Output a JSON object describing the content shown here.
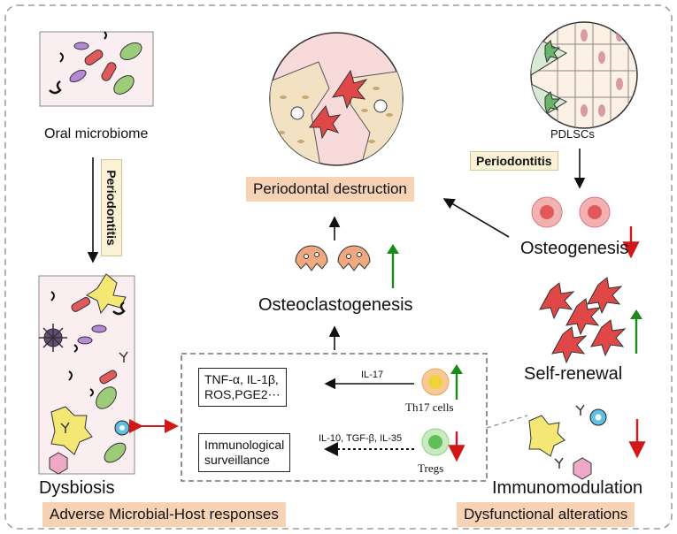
{
  "labels": {
    "oral_microbiome": "Oral microbiome",
    "periodontitis_left": "Periodontitis",
    "periodontitis_right": "Periodontitis",
    "pdlscs": "PDLSCs",
    "periodontal_destruction": "Periodontal destruction",
    "osteogenesis": "Osteogenesis",
    "osteoclastogenesis": "Osteoclastogenesis",
    "self_renewal": "Self-renewal",
    "immunomodulation": "Immunomodulation",
    "dysbiosis": "Dysbiosis",
    "adverse_responses": "Adverse Microbial-Host responses",
    "dysfunctional_alterations": "Dysfunctional alterations"
  },
  "immune_panel": {
    "cytokine_box": [
      "TNF-α, IL-1β,",
      "ROS,PGE2⋯"
    ],
    "surveillance_box": [
      "Immunological",
      "surveillance"
    ],
    "il17_label": "IL-17",
    "treg_cytokines": "IL-10, TGF-β, IL-35",
    "th17_label": "Th17 cells",
    "tregs_label": "Tregs"
  },
  "colors": {
    "up_arrow": "#1a8a1a",
    "down_arrow": "#d01818",
    "highlight_orange": "#f7d3b6",
    "highlight_cream": "#fbf2d6"
  }
}
